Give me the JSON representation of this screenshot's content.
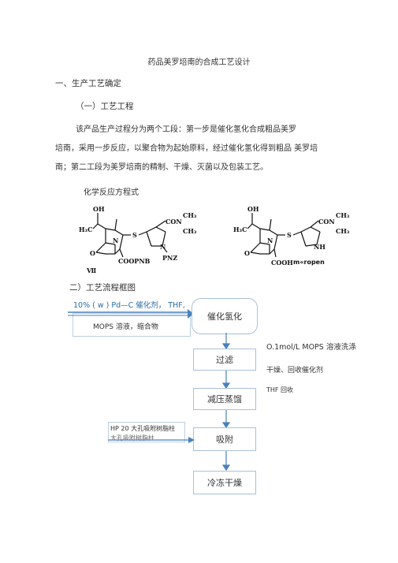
{
  "doc": {
    "title": "药品美罗培南的合成工艺设计",
    "section1": "一、生产工艺确定",
    "subsection1": "（一）工艺工程",
    "para_line1": "该产品生产过程分为两个工段：第一步是催化氢化合成粗品美罗",
    "para_line2": "培南，采用一步反应，以聚合物为起始原料，经过催化氢化得到粗品 美罗培",
    "para_line3": "南；第二工段为美罗培南的精制、干燥、灭菌以及包装工艺。",
    "reaction_heading": "化学反应方程式",
    "flow_heading": "二）工艺流程框图"
  },
  "structure_left": {
    "oh": "OH",
    "h3c": "H₃C",
    "n": "N",
    "s": "S",
    "o": "O",
    "con": "CON",
    "ch3_top": "CH₃",
    "ch3_bot": "CH₃",
    "ester": "COOPNB",
    "n2": "N",
    "pnz": "PNZ",
    "label": "Ⅶ"
  },
  "structure_right": {
    "oh": "OH",
    "h3c": "H₃C",
    "n": "N",
    "s": "S",
    "o": "O",
    "con": "CON",
    "ch3_top": "CH₃",
    "ch3_bot": "CH₃",
    "acid": "COOH",
    "nh": "NH",
    "name": "m«ropen"
  },
  "flow": {
    "input_line1": "10% ( w ) Pd—C 催化剂， THF,",
    "input_line2": "MOPS 溶液，缩合物",
    "step1": "催化氢化",
    "step2": "过滤",
    "step3": "减压蒸馏",
    "step4": "吸附",
    "step5": "冷冻干燥",
    "note1": "O.1mol/L MOPS 溶液洗涤",
    "note2": "干燥、回收催化剂",
    "note3": "THF 回收",
    "resin_line1": "HP 20  大孔吸附树脂柱",
    "resin_line2": "大孔吸附树脂柱"
  },
  "colors": {
    "box_border": "#a9c1d8",
    "arrow": "#4a82b8"
  }
}
